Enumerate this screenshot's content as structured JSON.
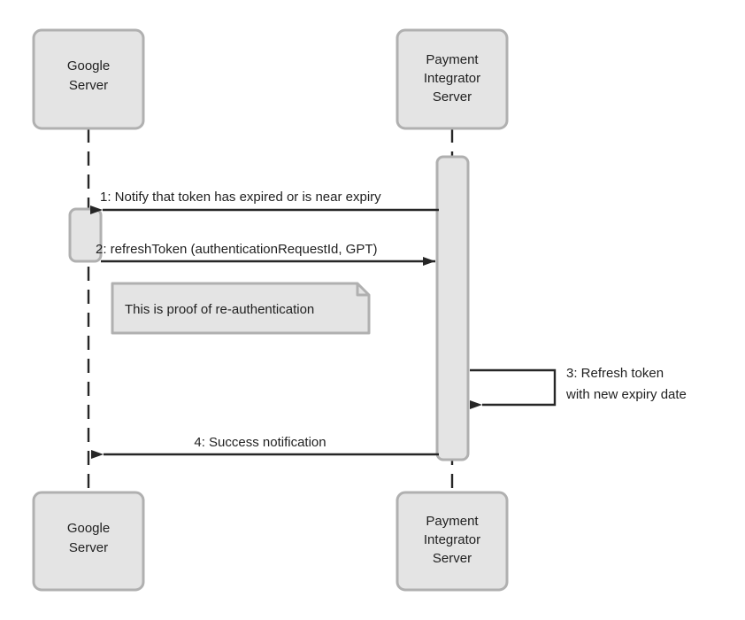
{
  "diagram": {
    "type": "uml-sequence-diagram",
    "background_color": "#ffffff",
    "shape_fill_color": "#e4e4e4",
    "shape_border_color": "#b0b0b0",
    "line_color": "#262626",
    "text_color": "#1f1f1f"
  },
  "participants": [
    {
      "id": "google-server",
      "name_line_1": "Google",
      "name_line_2": "Server",
      "name_line_3": ""
    },
    {
      "id": "payment-integrator-server",
      "name_line_1": "Payment",
      "name_line_2": "Integrator",
      "name_line_3": "Server"
    }
  ],
  "footers": [
    {
      "id": "google-server-footer",
      "name_line_1": "Google",
      "name_line_2": "Server",
      "name_line_3": ""
    },
    {
      "id": "payment-integrator-server-footer",
      "name_line_1": "Payment",
      "name_line_2": "Integrator",
      "name_line_3": "Server"
    }
  ],
  "messages": [
    {
      "number": "1",
      "label": "1: Notify that token has expired or is near expiry",
      "from": "payment-integrator-server",
      "to": "google-server",
      "direction": "right-to-left"
    },
    {
      "number": "2",
      "label": "2: refreshToken (authenticationRequestId, GPT)",
      "from": "google-server",
      "to": "payment-integrator-server",
      "direction": "left-to-right"
    },
    {
      "number": "3",
      "label_line_1": "3: Refresh token",
      "label_line_2": "with new expiry date",
      "from": "payment-integrator-server",
      "to": "payment-integrator-server",
      "direction": "self"
    },
    {
      "number": "4",
      "label": "4: Success notification",
      "from": "payment-integrator-server",
      "to": "google-server",
      "direction": "right-to-left"
    }
  ],
  "notes": [
    {
      "id": "reauth-note",
      "text": "This is proof of re-authentication"
    }
  ]
}
